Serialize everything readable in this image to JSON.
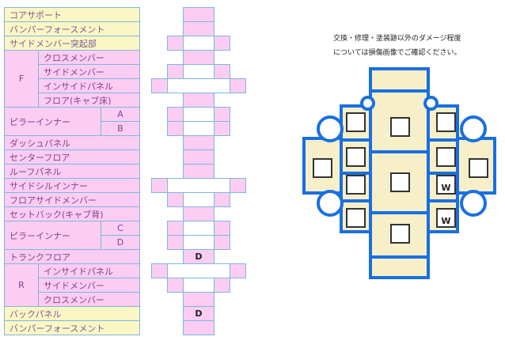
{
  "table": {
    "rows": [
      "コアサポート",
      "バンパーフォースメント",
      "サイドメンバー突起部",
      "クロスメンバー",
      "サイドメンバー",
      "インサイドパネル",
      "フロア(キャブ床)",
      "A",
      "B",
      "ダッシュパネル",
      "センターフロア",
      "ルーフパネル",
      "サイドシルインナー",
      "フロアサイドメンバー",
      "セットバック(キャブ背)",
      "C",
      "D",
      "トランクフロア",
      "インサイドパネル",
      "サイドメンバー",
      "クロスメンバー",
      "バックパネル",
      "バンパーフォースメント"
    ],
    "group_f": "F",
    "group_r": "R",
    "pillar_front": "ピラーインナー",
    "pillar_rear": "ピラーインナー"
  },
  "diagram": {
    "trunk_floor_mark": "D",
    "back_panel_mark": "D"
  },
  "note": [
    "交換・修理・塗装跡以外のダメージ程度",
    "については損傷画像でご確認ください。"
  ],
  "car": {
    "w1": "W",
    "w2": "W"
  },
  "colors": {
    "yellow": "#fbf7c4",
    "pink": "#fbcdf3",
    "blue": "#1a6fe0"
  }
}
